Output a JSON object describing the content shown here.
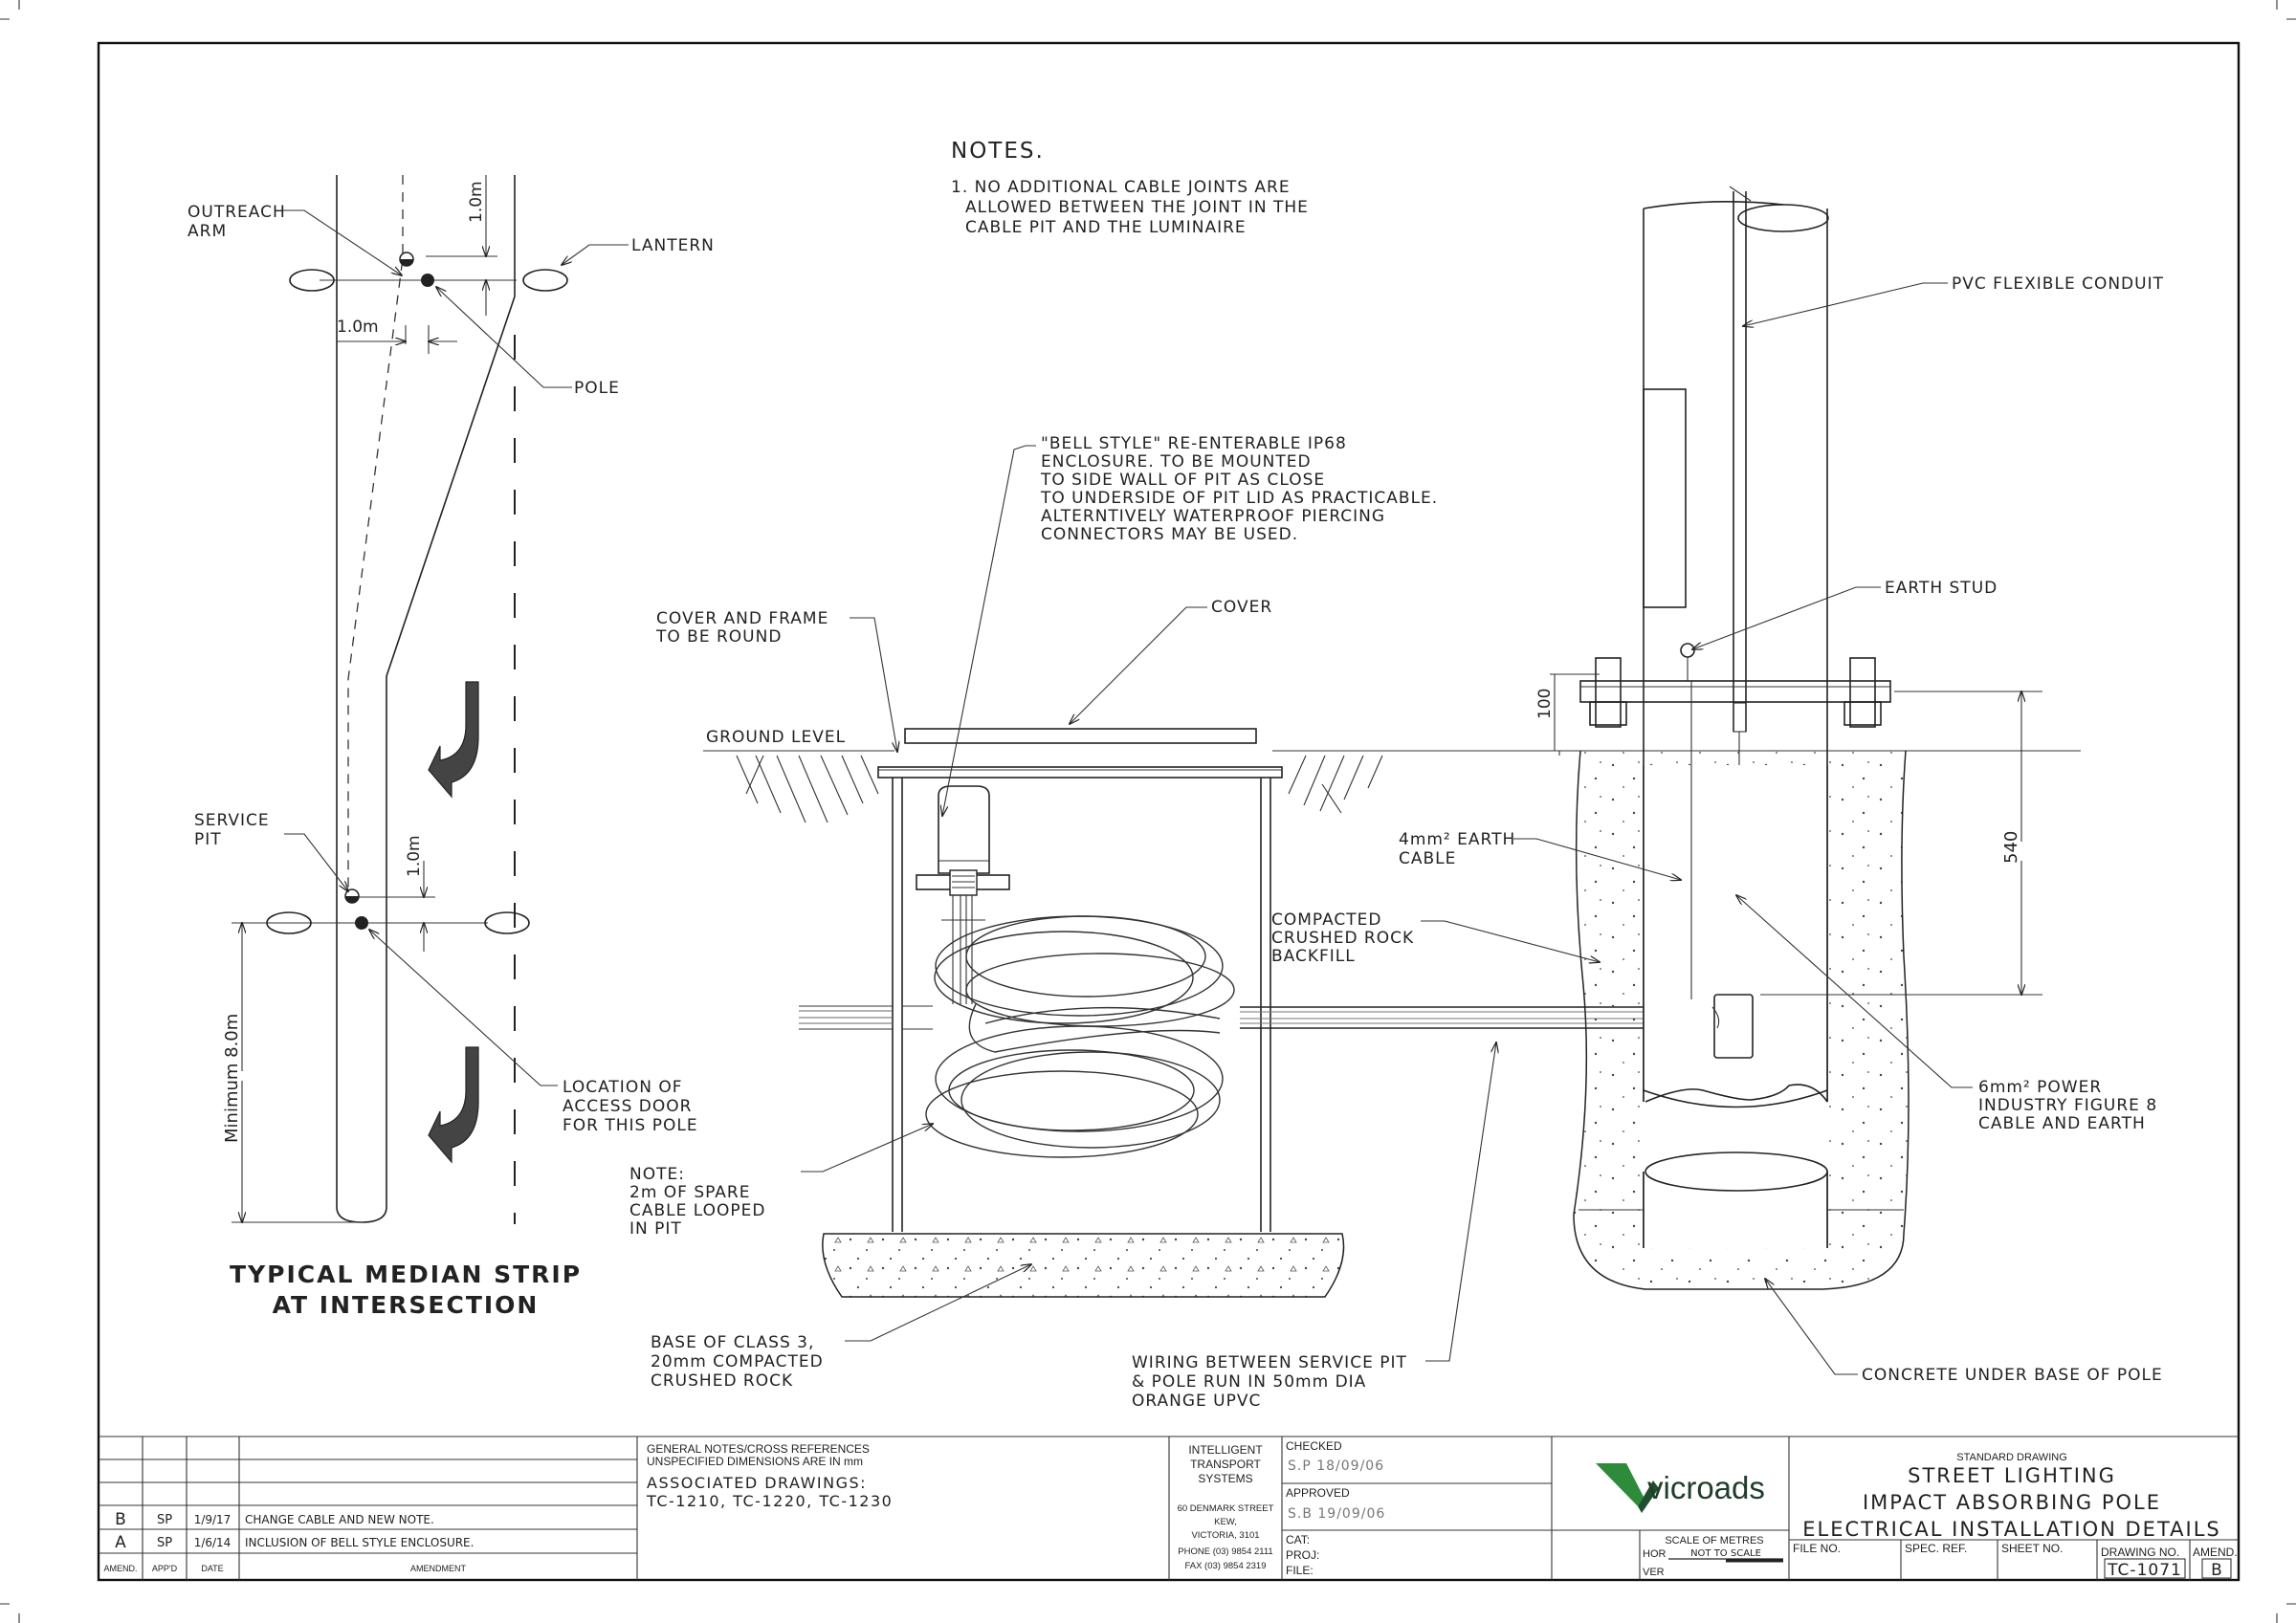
{
  "notes": {
    "heading": "NOTES.",
    "items": [
      "1. NO ADDITIONAL CABLE JOINTS ARE",
      "ALLOWED BETWEEN THE JOINT IN THE",
      "CABLE PIT AND THE LUMINAIRE"
    ]
  },
  "plan": {
    "outreach_arm": [
      "OUTREACH",
      "ARM"
    ],
    "lantern": "LANTERN",
    "pole": "POLE",
    "dim_1m_a": "1.0m",
    "dim_1m_b": "1.0m",
    "dim_1m_c": "1.0m",
    "service_pit": [
      "SERVICE",
      "PIT"
    ],
    "access_door": [
      "LOCATION OF",
      "ACCESS DOOR",
      "FOR THIS POLE"
    ],
    "min_8m": "Minimum  8.0m",
    "title": [
      "TYPICAL MEDIAN STRIP",
      "AT INTERSECTION"
    ]
  },
  "section": {
    "bell": [
      "\"BELL STYLE\" RE-ENTERABLE IP68",
      "ENCLOSURE. TO  BE  MOUNTED",
      "TO  SIDE WALL OF PIT AS CLOSE",
      "TO  UNDERSIDE  OF  PIT LID AS PRACTICABLE.",
      "ALTERNTIVELY  WATERPROOF PIERCING",
      "CONNECTORS MAY  BE  USED."
    ],
    "cover_frame": [
      "COVER  AND  FRAME",
      "TO  BE  ROUND"
    ],
    "cover": "COVER",
    "ground_level": "GROUND  LEVEL",
    "spare": [
      "NOTE:",
      "2m  OF  SPARE",
      "CABLE  LOOPED",
      "IN  PIT"
    ],
    "base": [
      "BASE  OF  CLASS  3,",
      "20mm  COMPACTED",
      "CRUSHED  ROCK"
    ],
    "wiring": [
      "WIRING  BETWEEN  SERVICE PIT",
      "& POLE  RUN  IN  50mm  DIA",
      "ORANGE  UPVC"
    ],
    "compacted": [
      "COMPACTED",
      "CRUSHED  ROCK",
      "BACKFILL"
    ],
    "earth_cable": [
      "4mm² EARTH",
      "CABLE"
    ],
    "pvc": "PVC  FLEXIBLE  CONDUIT",
    "earth_stud": "EARTH  STUD",
    "dim_100": "100",
    "dim_540": "540",
    "power": [
      "6mm² POWER",
      "INDUSTRY FIGURE 8",
      "CABLE  AND  EARTH"
    ],
    "concrete": "CONCRETE  UNDER  BASE  OF  POLE"
  },
  "titleblock": {
    "amendments": [
      {
        "amend": "B",
        "appd": "SP",
        "date": "1/9/17",
        "text": "CHANGE CABLE AND NEW NOTE."
      },
      {
        "amend": "A",
        "appd": "SP",
        "date": "1/6/14",
        "text": "INCLUSION OF BELL STYLE ENCLOSURE."
      }
    ],
    "headers": {
      "amend": "AMEND.",
      "appd": "APP'D",
      "date": "DATE",
      "amendment": "AMENDMENT"
    },
    "general_notes": [
      "GENERAL NOTES/CROSS REFERENCES",
      "UNSPECIFIED DIMENSIONS ARE IN mm"
    ],
    "assoc_label": "ASSOCIATED  DRAWINGS:",
    "assoc_list": "TC-1210,  TC-1220,  TC-1230",
    "its": [
      "INTELLIGENT",
      "TRANSPORT",
      "SYSTEMS"
    ],
    "address": [
      "60 DENMARK STREET",
      "KEW,",
      "VICTORIA, 3101",
      "PHONE (03) 9854 2111",
      "FAX (03) 9854 2319"
    ],
    "checked_label": "CHECKED",
    "checked_value": "S.P  18/09/06",
    "approved_label": "APPROVED",
    "approved_value": "S.B  19/09/06",
    "cat": "CAT:",
    "proj": "PROJ:",
    "file": "FILE:",
    "logo_text": "vicroads",
    "scale_label": "SCALE OF METRES",
    "hor": "HOR",
    "not_to_scale": "NOT TO SCALE",
    "ver": "VER",
    "standard": "STANDARD DRAWING",
    "title": [
      "STREET  LIGHTING",
      "IMPACT  ABSORBING  POLE",
      "ELECTRICAL  INSTALLATION  DETAILS"
    ],
    "file_no": "FILE NO.",
    "spec_ref": "SPEC. REF.",
    "sheet_no": "SHEET NO.",
    "drawing_no_label": "DRAWING NO.",
    "drawing_no": "TC-1071",
    "amend_label": "AMEND.",
    "amend_value": "B"
  },
  "colors": {
    "logo_green": "#2e8b3a",
    "logo_dark": "#1f4f2f",
    "line": "#222222"
  }
}
